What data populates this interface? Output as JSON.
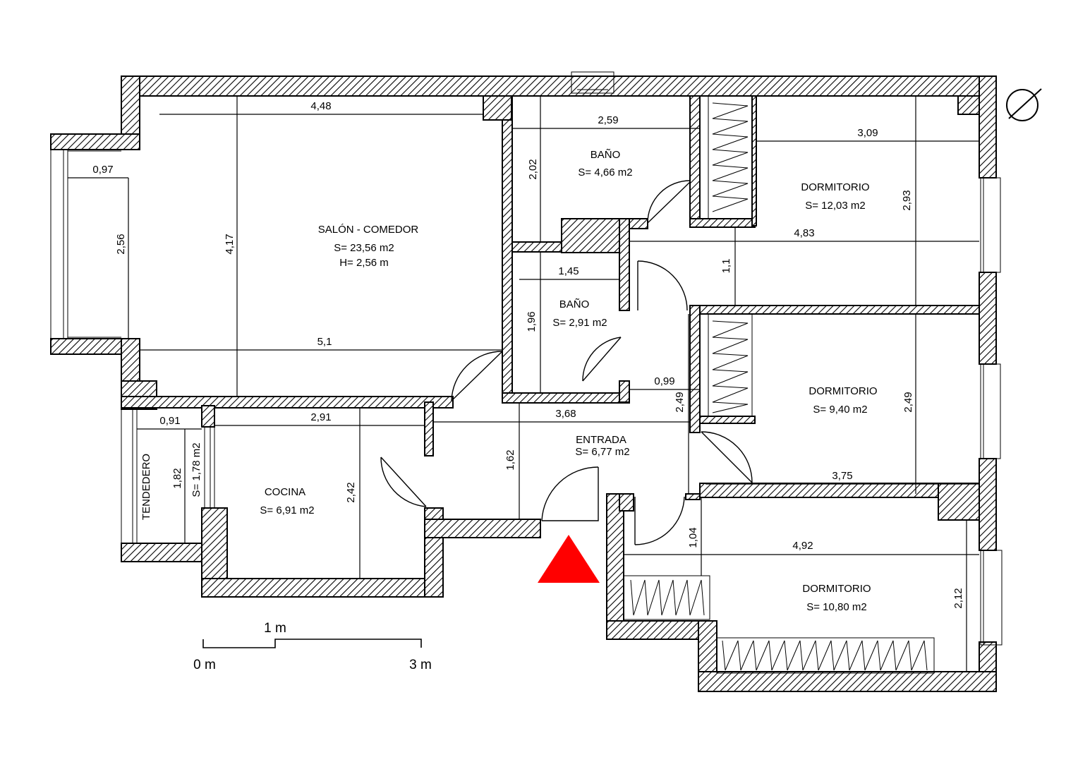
{
  "rooms": {
    "salon": {
      "name": "SALÓN - COMEDOR",
      "area": "S= 23,56 m2",
      "height": "H= 2,56 m"
    },
    "bano1": {
      "name": "BAÑO",
      "area": "S= 4,66 m2"
    },
    "bano2": {
      "name": "BAÑO",
      "area": "S= 2,91 m2"
    },
    "dorm1": {
      "name": "DORMITORIO",
      "area": "S= 12,03 m2"
    },
    "dorm2": {
      "name": "DORMITORIO",
      "area": "S= 9,40 m2"
    },
    "dorm3": {
      "name": "DORMITORIO",
      "area": "S= 10,80 m2"
    },
    "entrada": {
      "name": "ENTRADA",
      "area": "S= 6,77 m2"
    },
    "cocina": {
      "name": "COCINA",
      "area": "S= 6,91 m2"
    },
    "tendedero": {
      "name": "TENDEDERO",
      "area": "S= 1,78 m2"
    }
  },
  "dims": {
    "d448": "4,48",
    "d097": "0,97",
    "d256": "2,56",
    "d417": "4,17",
    "d51": "5,1",
    "d259": "2,59",
    "d202": "2,02",
    "d309": "3,09",
    "d293": "2,93",
    "d483": "4,83",
    "d11": "1,1",
    "d145": "1,45",
    "d196": "1,96",
    "d099": "0,99",
    "d249a": "2,49",
    "d249b": "2,49",
    "d375": "3,75",
    "d368": "3,68",
    "d162": "1,62",
    "d291": "2,91",
    "d242": "2,42",
    "d091": "0,91",
    "d182": "1,82",
    "d104": "1,04",
    "d492": "4,92",
    "d212": "2,12"
  },
  "scale_bar": {
    "label_top": "1 m",
    "label_start": "0 m",
    "label_end": "3 m"
  },
  "colors": {
    "entrance_marker": "#ff0000",
    "walls": "#000000"
  },
  "icons": {
    "north": "compass-icon",
    "entrance": "triangle-icon"
  }
}
